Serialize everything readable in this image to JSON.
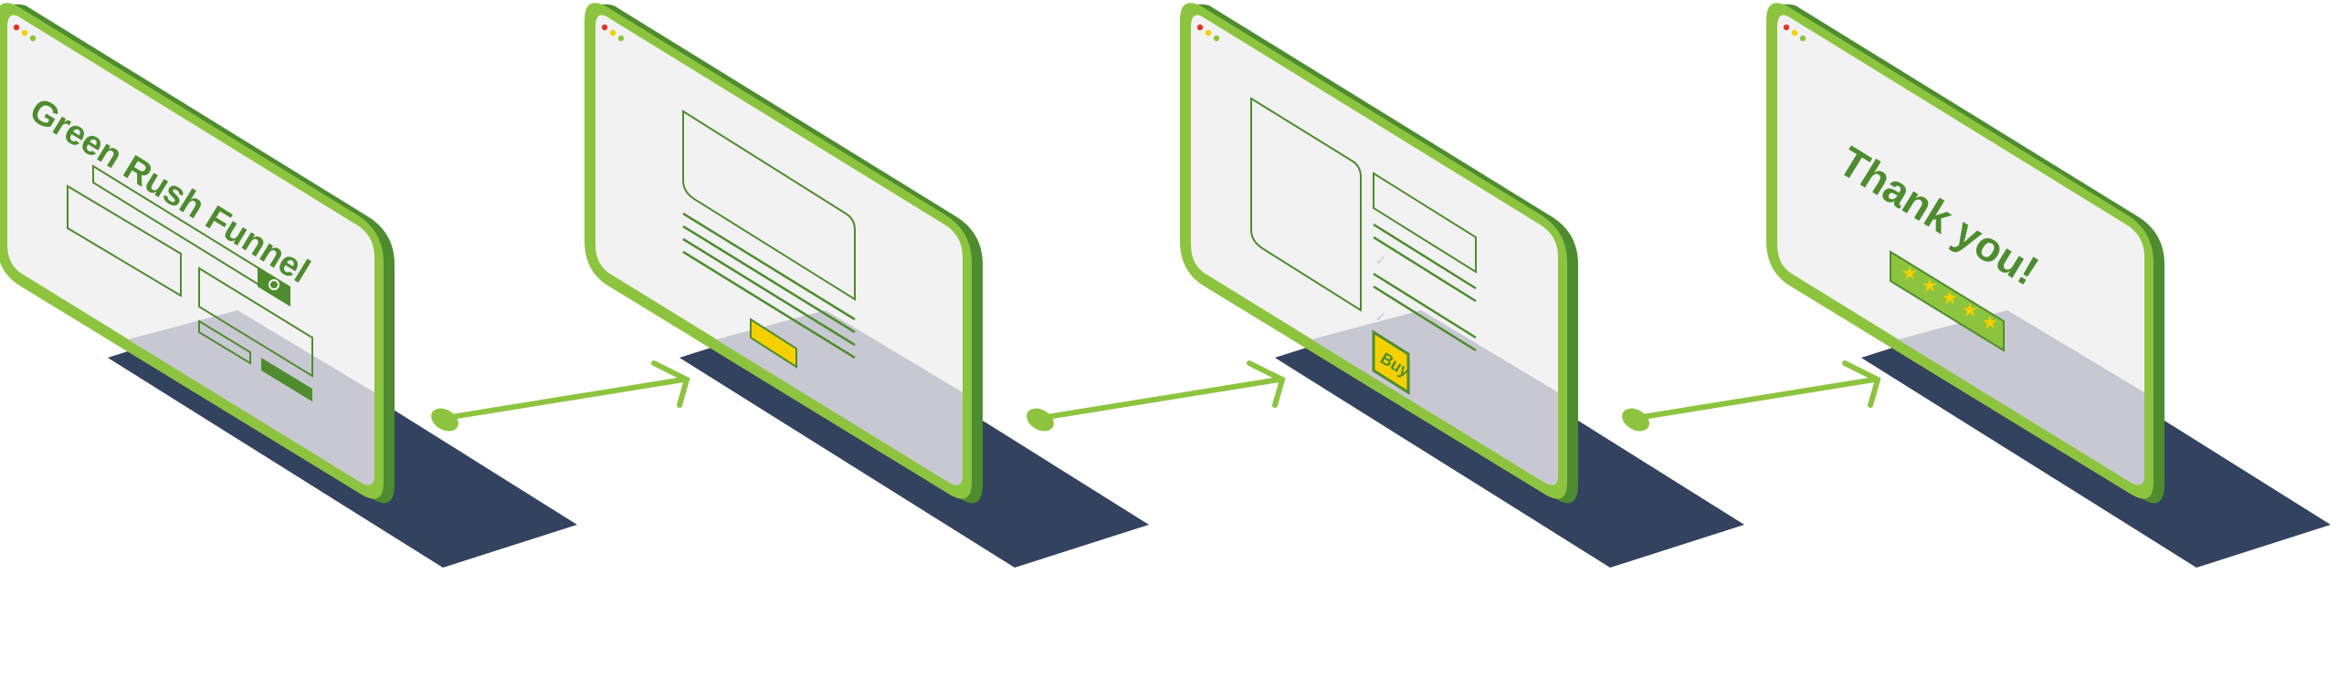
{
  "palette": {
    "frame_light": "#8dc43f",
    "frame_dark": "#4e8c2f",
    "screen": "#f2f2f2",
    "screen_shade": "#c8c8d2",
    "base": "#33425f",
    "outline": "#4e8c2f",
    "yellow": "#f5d000",
    "dot_red": "#e5332a",
    "dot_yellow": "#f5d000",
    "dot_green": "#8dc43f"
  },
  "stages": [
    {
      "id": "landing",
      "title": "Green Rush Funnel"
    },
    {
      "id": "content"
    },
    {
      "id": "offer",
      "cta_label": "Buy"
    },
    {
      "id": "thanks",
      "title": "Thank you!",
      "rating": 5
    }
  ]
}
